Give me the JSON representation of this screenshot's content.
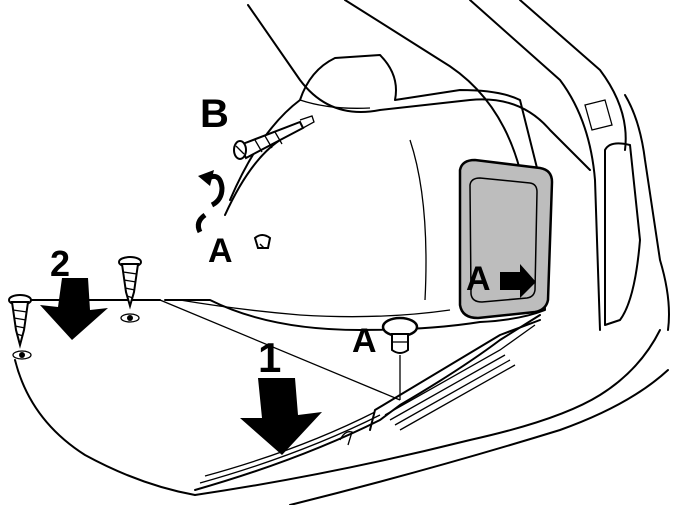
{
  "labels": {
    "b": "B",
    "a_clip": "A",
    "a_panel": "A",
    "a_pin": "A",
    "step_1": "1",
    "step_2": "2"
  },
  "colors": {
    "line": "#000000",
    "panel_fill": "#bdbdbd",
    "background": "#ffffff"
  },
  "icons": [
    "screw-icon",
    "push-pin-clip-icon",
    "rotate-arrow-icon",
    "down-arrow-icon",
    "right-arrow-icon"
  ]
}
